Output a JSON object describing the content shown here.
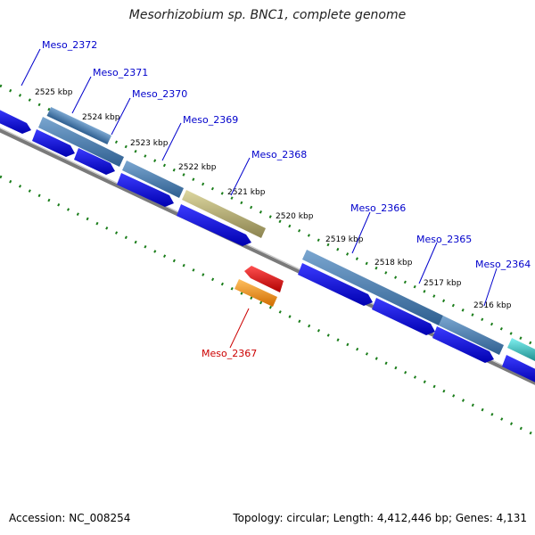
{
  "title": "Mesorhizobium sp. BNC1, complete genome",
  "footer": {
    "accession": "Accession: NC_008254",
    "info": "Topology: circular; Length: 4,412,446 bp; Genes: 4,131"
  },
  "colors": {
    "cds": "#0000ee",
    "gene": "#4a82b4",
    "rrna": "#b8b070",
    "minus_gene": "#ff8c00",
    "minus_cds": "#dd0000",
    "label_top": "#0000cc",
    "label_bottom": "#cc0000",
    "ticks": "#1a7d1a",
    "backbone": "#808080"
  },
  "ticks": [
    "2525 kbp",
    "2524 kbp",
    "2523 kbp",
    "2522 kbp",
    "2521 kbp",
    "2520 kbp",
    "2519 kbp",
    "2518 kbp",
    "2517 kbp",
    "2516 kbp"
  ],
  "genes": [
    {
      "label": "Meso_2372",
      "strand": "plus"
    },
    {
      "label": "Meso_2371",
      "strand": "plus"
    },
    {
      "label": "Meso_2370",
      "strand": "plus"
    },
    {
      "label": "Meso_2369",
      "strand": "plus"
    },
    {
      "label": "Meso_2368",
      "strand": "plus"
    },
    {
      "label": "Meso_2367",
      "strand": "minus"
    },
    {
      "label": "Meso_2366",
      "strand": "plus"
    },
    {
      "label": "Meso_2365",
      "strand": "plus"
    },
    {
      "label": "Meso_2364",
      "strand": "plus"
    }
  ]
}
